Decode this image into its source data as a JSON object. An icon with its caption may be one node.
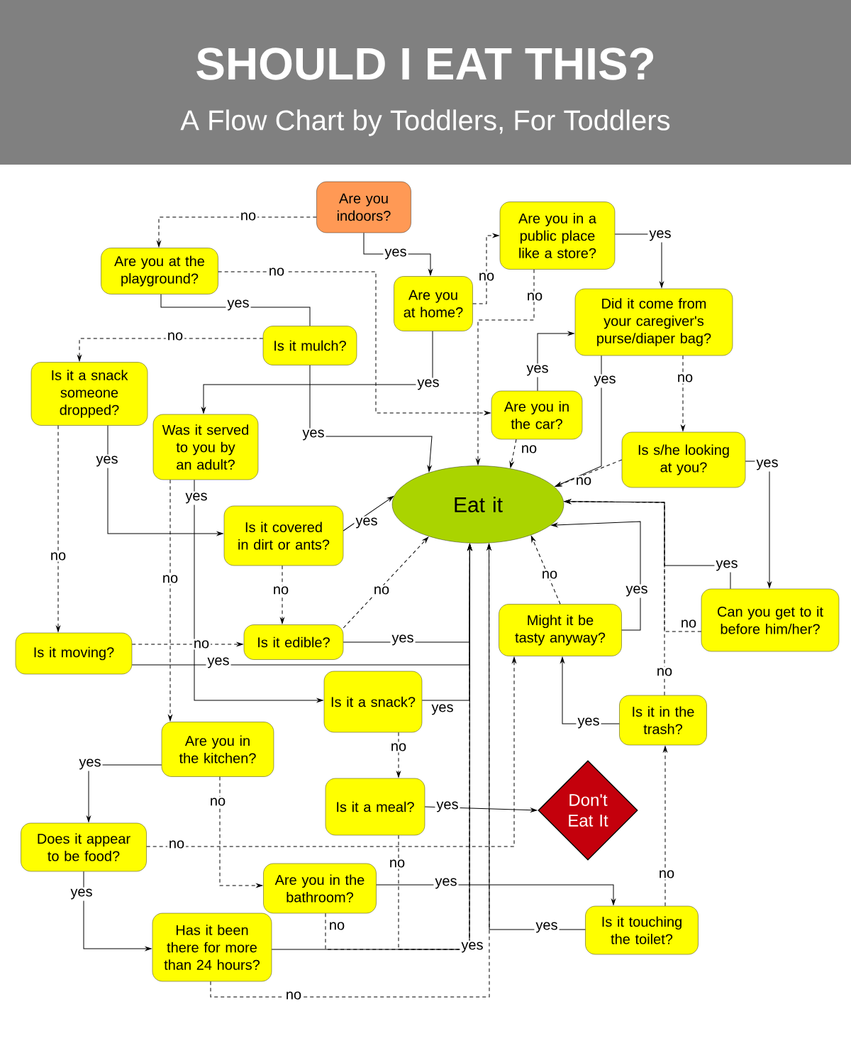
{
  "diagram": {
    "title": "SHOULD I EAT THIS?",
    "nodes": [
      {
        "text": [
          "Are you indoors?"
        ]
      },
      {
        "text": [
          "Are you in a public place like a store?"
        ]
      },
      {
        "text": [
          "Are you at the playground?"
        ]
      },
      {
        "text": [
          "Are you at home?"
        ]
      },
      {
        "text": [
          "Did it come from your caregiver's purse/diaper bag?"
        ]
      },
      {
        "text": [
          "Is it mulch?"
        ]
      },
      {
        "text": [
          "Is it a snack someone dropped?"
        ]
      },
      {
        "text": [
          "Was it served to you by an adult?"
        ]
      },
      {
        "text": [
          "Are you in the car?"
        ]
      },
      {
        "text": [
          "Is s/he looking at you?"
        ]
      },
      {
        "text": [
          "Eat it"
        ]
      },
      {
        "text": [
          "Is it covered in dirt or ants?"
        ]
      },
      {
        "text": [
          "Might it be tasty anyway?"
        ]
      },
      {
        "text": [
          "Can you get to it before him/her?"
        ]
      },
      {
        "text": [
          "Is it moving?"
        ]
      },
      {
        "text": [
          "Is it edible?"
        ]
      },
      {
        "text": [
          "Is it a snack?"
        ]
      },
      {
        "text": [
          "Is it in the trash?"
        ]
      },
      {
        "text": [
          "Are you in the kitchen?"
        ]
      },
      {
        "text": [
          "Is it a meal?"
        ]
      },
      {
        "text": [
          "Don't Eat It"
        ]
      },
      {
        "text": [
          "Does it appear to be food?"
        ]
      },
      {
        "text": [
          "Are you in the bathroom?"
        ]
      },
      {
        "text": [
          "Has it been there for more than 24 hours?"
        ]
      },
      {
        "text": [
          "Is it touching the toilet?"
        ]
      }
    ],
    "edges": [
      {
        "from": 0,
        "to": 2,
        "arrow": "to",
        "label": "no",
        "style": "dashed"
      },
      {
        "from": 0,
        "to": 3,
        "arrow": "to",
        "label": "yes"
      },
      {
        "from": 3,
        "to": 1,
        "arrow": "to",
        "label": "no",
        "style": "dashed"
      },
      {
        "from": 1,
        "to": 4,
        "arrow": "to",
        "label": "yes"
      },
      {
        "from": 1,
        "to": 10,
        "arrow": "to",
        "label": "no",
        "style": "dashed"
      },
      {
        "from": 2,
        "to": 8,
        "arrow": "to",
        "label": "no",
        "style": "dashed"
      },
      {
        "from": 2,
        "to": 5,
        "arrow": "none",
        "label": "yes"
      },
      {
        "from": 5,
        "to": 6,
        "arrow": "to",
        "label": "no",
        "style": "dashed"
      },
      {
        "from": 5,
        "to": 10,
        "arrow": "to",
        "label": "yes"
      },
      {
        "from": 3,
        "to": 7,
        "arrow": "to",
        "label": "yes"
      },
      {
        "from": 8,
        "to": 4,
        "arrow": "to",
        "label": "yes"
      },
      {
        "from": 8,
        "to": 10,
        "arrow": "to",
        "label": "no",
        "style": "dashed"
      },
      {
        "from": 4,
        "to": 10,
        "arrow": "to",
        "label": "yes"
      },
      {
        "from": 4,
        "to": 9,
        "arrow": "to",
        "label": "no",
        "style": "dashed"
      },
      {
        "from": 9,
        "to": 10,
        "arrow": "to",
        "label": "no",
        "style": "dashed"
      },
      {
        "from": 9,
        "to": 13,
        "arrow": "to",
        "label": "yes"
      },
      {
        "from": 13,
        "to": 10,
        "arrow": "to",
        "label": "yes"
      },
      {
        "from": 13,
        "to": 10,
        "arrow": "to",
        "label": "no",
        "style": "dashed"
      },
      {
        "from": 17,
        "to": 10,
        "arrow": "to",
        "label": "no",
        "style": "dashed"
      },
      {
        "from": 17,
        "to": 12,
        "arrow": "to",
        "label": "yes"
      },
      {
        "from": 12,
        "to": 10,
        "arrow": "to",
        "label": "yes"
      },
      {
        "from": 12,
        "to": 10,
        "arrow": "to",
        "label": "no",
        "style": "dashed"
      },
      {
        "from": 6,
        "to": 11,
        "arrow": "to",
        "label": "yes"
      },
      {
        "from": 6,
        "to": 14,
        "arrow": "to",
        "label": "no",
        "style": "dashed"
      },
      {
        "from": 7,
        "to": 16,
        "arrow": "to",
        "label": "yes"
      },
      {
        "from": 7,
        "to": 18,
        "arrow": "to",
        "label": "no",
        "style": "dashed"
      },
      {
        "from": 11,
        "to": 10,
        "arrow": "to",
        "label": "yes"
      },
      {
        "from": 11,
        "to": 15,
        "arrow": "to",
        "label": "no",
        "style": "dashed"
      },
      {
        "from": 15,
        "to": 10,
        "arrow": "to",
        "label": "no",
        "style": "dashed"
      },
      {
        "from": 15,
        "to": 10,
        "arrow": "to",
        "label": "yes"
      },
      {
        "from": 14,
        "to": 15,
        "arrow": "to",
        "label": "no",
        "style": "dashed"
      },
      {
        "from": 14,
        "to": 10,
        "arrow": "to",
        "label": "yes"
      },
      {
        "from": 16,
        "to": 10,
        "arrow": "to",
        "label": "yes"
      },
      {
        "from": 16,
        "to": 19,
        "arrow": "to",
        "label": "no",
        "style": "dashed"
      },
      {
        "from": 19,
        "to": 20,
        "arrow": "to",
        "label": "yes"
      },
      {
        "from": 19,
        "to": 10,
        "arrow": "to",
        "label": "no",
        "style": "dashed"
      },
      {
        "from": 22,
        "to": 10,
        "arrow": "to",
        "label": "no",
        "style": "dashed"
      },
      {
        "from": 22,
        "to": 24,
        "arrow": "to",
        "label": "yes"
      },
      {
        "from": 24,
        "to": 10,
        "arrow": "to",
        "label": "yes"
      },
      {
        "from": 24,
        "to": 17,
        "arrow": "to",
        "label": "no",
        "style": "dashed"
      },
      {
        "from": 18,
        "to": 21,
        "arrow": "to",
        "label": "yes"
      },
      {
        "from": 18,
        "to": 22,
        "arrow": "to",
        "label": "no",
        "style": "dashed"
      },
      {
        "from": 21,
        "to": 12,
        "arrow": "to",
        "label": "no",
        "style": "dashed"
      },
      {
        "from": 21,
        "to": 23,
        "arrow": "to",
        "label": "yes"
      },
      {
        "from": 23,
        "to": 10,
        "arrow": "to",
        "label": "yes"
      },
      {
        "from": 23,
        "to": 10,
        "arrow": "to",
        "label": "no",
        "style": "dashed"
      }
    ],
    "labels": [
      "A Flow Chart by Toddlers, For Toddlers"
    ]
  }
}
